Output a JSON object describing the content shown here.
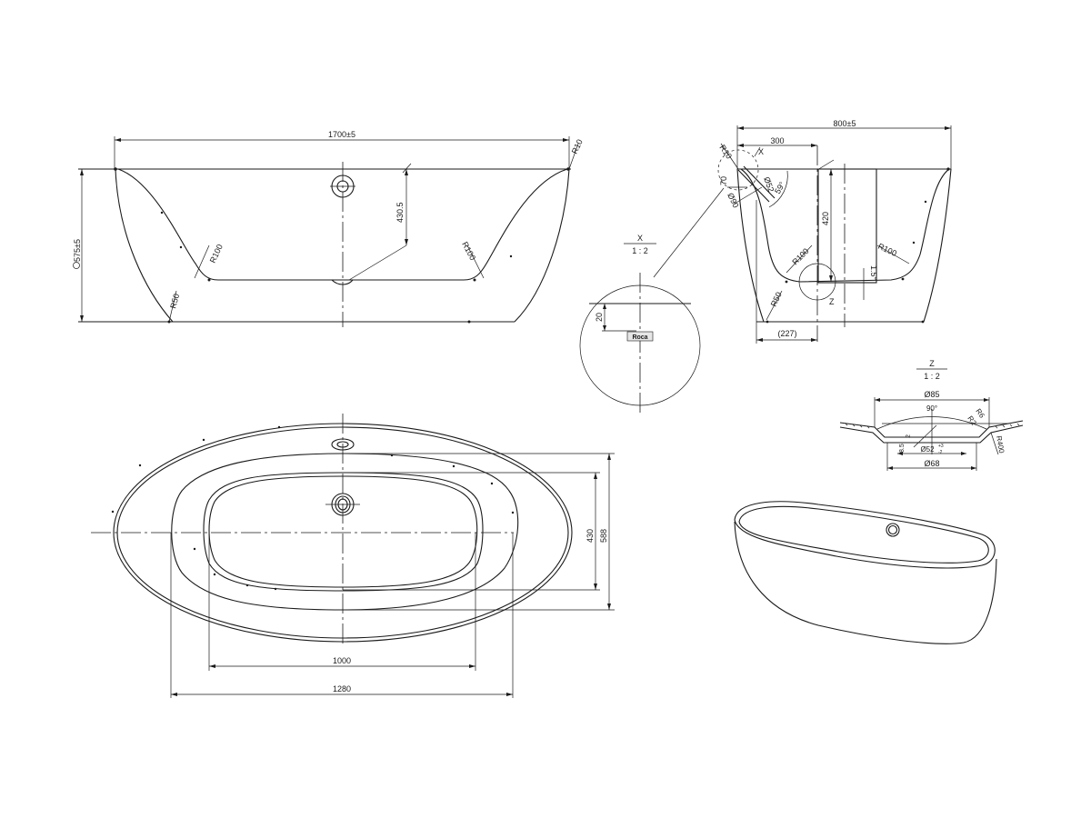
{
  "drawing": {
    "background": "#ffffff",
    "line_color": "#1a1a1a",
    "side_view": {
      "length": "1700±5",
      "height": "575±5",
      "height_marker": "b",
      "overflow_depth": "430.5",
      "radii": [
        "R10",
        "R100",
        "R100",
        "R50"
      ]
    },
    "end_view": {
      "width": "800±5",
      "overflow_offset": "300",
      "depth": "420",
      "base_offset": "(227)",
      "slope": "1.5°",
      "angle": "59°",
      "radii": [
        "R10",
        "R100",
        "R100",
        "R50"
      ],
      "overflow_dims": [
        "70",
        "Ø52",
        "Ø90"
      ],
      "detail_refs": [
        "X",
        "Z"
      ]
    },
    "detail_x": {
      "title": "X",
      "scale": "1 : 2",
      "dim": "20",
      "logo": "Roca"
    },
    "detail_z": {
      "title": "Z",
      "scale": "1 : 2",
      "dims": [
        "Ø85",
        "90°",
        "R6",
        "R2",
        "R400",
        "2",
        "8.5",
        "Ø52",
        "Ø68"
      ],
      "tolerance_upper": "+3",
      "tolerance_lower": "-2"
    },
    "plan_view": {
      "inner_width": "430",
      "outer_width": "588",
      "inner_length": "1000",
      "outer_length": "1280"
    },
    "perspective_view": {
      "label": ""
    }
  }
}
